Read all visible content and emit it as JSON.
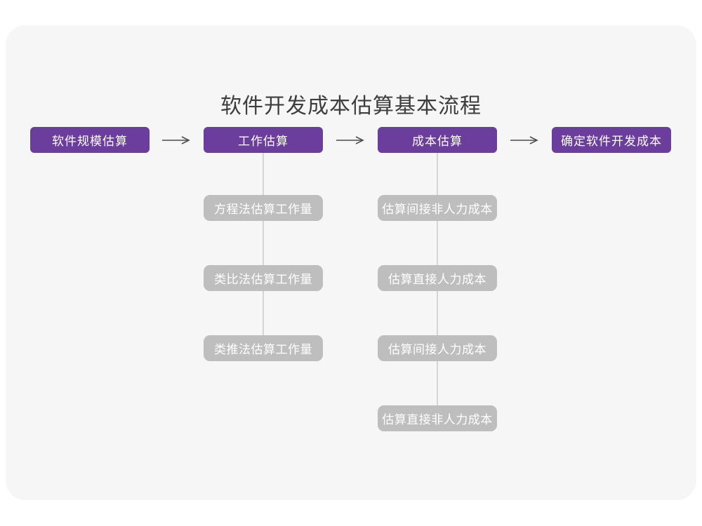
{
  "title": "软件开发成本估算基本流程",
  "flow": {
    "stages": [
      {
        "label": "软件规模估算",
        "children": []
      },
      {
        "label": "工作估算",
        "children": [
          "方程法估算工作量",
          "类比法估算工作量",
          "类推法估算工作量"
        ]
      },
      {
        "label": "成本估算",
        "children": [
          "估算间接非人力成本",
          "估算直接人力成本",
          "估算间接人力成本",
          "估算直接非人力成本"
        ]
      },
      {
        "label": "确定软件开发成本",
        "children": []
      }
    ]
  },
  "colors": {
    "stage_bg": "#6b3e9e",
    "stage_text": "#ffffff",
    "sub_bg": "#bebebe",
    "sub_text": "#ffffff",
    "card_bg": "#f6f6f7",
    "page_bg": "#ffffff",
    "connector": "#d5d5d5",
    "arrow": "#4c4c4c",
    "title_text": "#3d3d3d"
  }
}
